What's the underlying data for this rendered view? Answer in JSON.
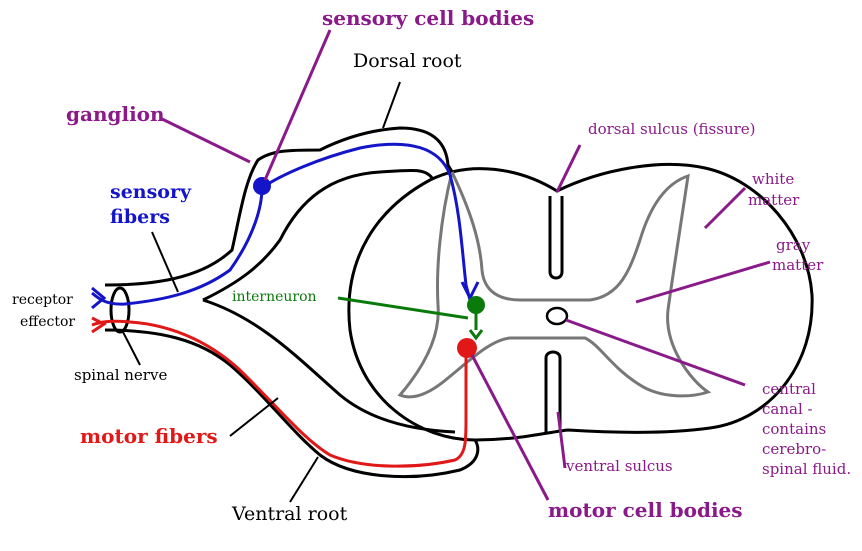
{
  "labels": {
    "sensory_cell_bodies": "sensory cell bodies",
    "dorsal_root": "Dorsal root",
    "ganglion": "ganglion",
    "dorsal_sulcus": "dorsal sulcus (fissure)",
    "white_matter_1": "white",
    "white_matter_2": "matter",
    "sensory_fibers_1": "sensory",
    "sensory_fibers_2": "fibers",
    "gray_matter_1": "gray",
    "gray_matter_2": "matter",
    "receptor": "receptor",
    "effector": "effector",
    "interneuron": "interneuron",
    "spinal_nerve": "spinal nerve",
    "central_canal_1": "central",
    "central_canal_2": "canal -",
    "central_canal_3": "contains",
    "central_canal_4": "cerebro-",
    "central_canal_5": "spinal fluid.",
    "motor_fibers": "motor fibers",
    "ventral_sulcus": "ventral sulcus",
    "ventral_root": "Ventral root",
    "motor_cell_bodies": "motor cell bodies"
  },
  "colors": {
    "outline": "#000000",
    "gray_matter": "#777777",
    "sensory": "#1414c8",
    "motor": "#e01818",
    "interneuron": "#0a7a0a",
    "label_purple": "#8a1a8a"
  }
}
